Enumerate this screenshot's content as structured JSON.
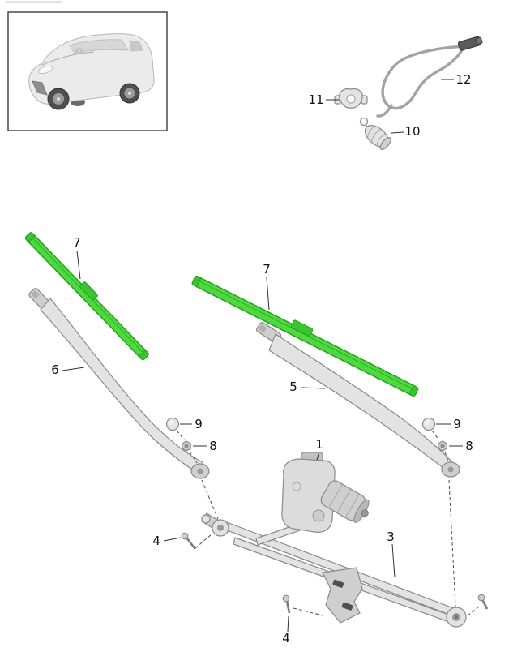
{
  "colors": {
    "highlight_fill": "#4fd841",
    "highlight_stroke": "#1da213",
    "label": "#111111"
  },
  "labels": {
    "motor": "1",
    "linkage": "3",
    "screw_left": "4",
    "screw_bottom": "4",
    "arm_right": "5",
    "arm_left": "6",
    "blade_left": "7",
    "blade_right": "7",
    "nut_left": "8",
    "nut_right": "8",
    "cap_left": "9",
    "cap_right": "9",
    "grommet": "10",
    "clip": "11",
    "hose": "12"
  }
}
